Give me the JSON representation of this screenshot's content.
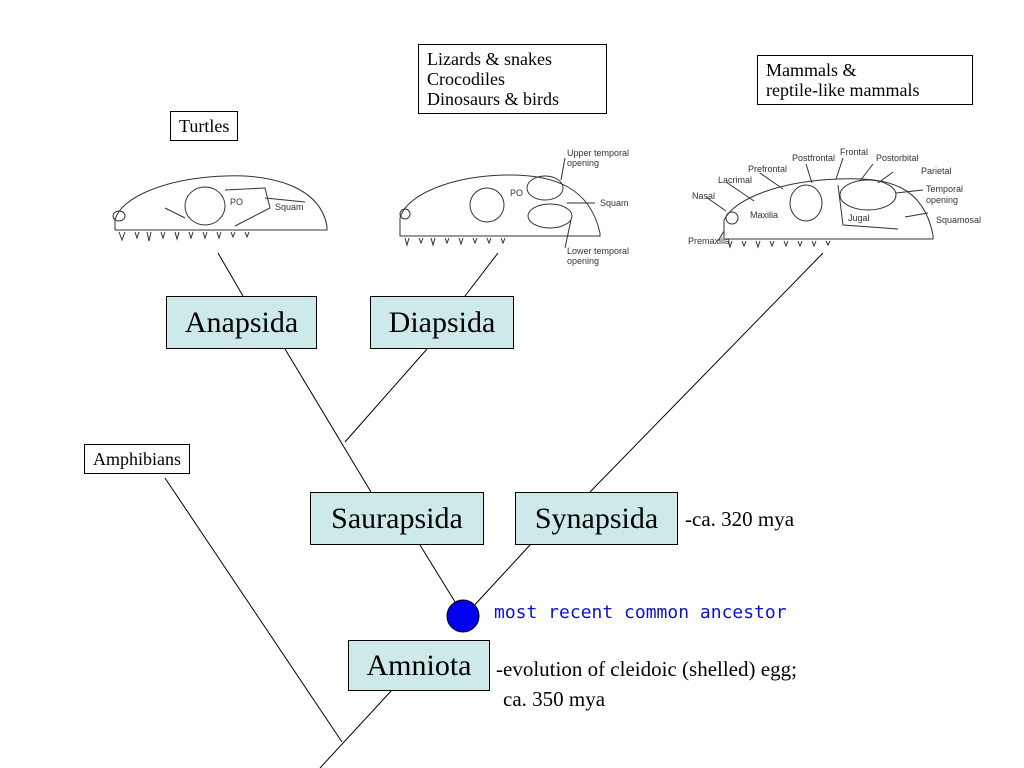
{
  "groups": {
    "turtles": "Turtles",
    "lizards_lines": [
      "Lizards & snakes",
      "Crocodiles",
      "Dinosaurs & birds"
    ],
    "mammals_lines": [
      "Mammals &",
      "reptile-like mammals"
    ],
    "amphibians": "Amphibians"
  },
  "clades": {
    "anapsida": "Anapsida",
    "diapsida": "Diapsida",
    "sauropsida": "Saurapsida",
    "synapsida": "Synapsida",
    "amniota": "Amniota"
  },
  "notes": {
    "synapsida_date": "-ca. 320 mya",
    "amniota_line1": "-evolution of cleidoic (shelled) egg;",
    "amniota_line2": "ca. 350 mya",
    "mrca": "most recent common ancestor"
  },
  "skulls": {
    "anapsid": {
      "labels": [
        "PO",
        "Squam"
      ]
    },
    "diapsid": {
      "labels": [
        "PO",
        "Squam",
        "Upper temporal",
        "opening",
        "Lower temporal",
        "opening"
      ]
    },
    "synapsid": {
      "labels": [
        "Postfrontal",
        "Frontal",
        "Postorbital",
        "Prefrontal",
        "Parietal",
        "Lacrimal",
        "Nasal",
        "Temporal",
        "opening",
        "Maxilia",
        "Jugal",
        "Squamosal",
        "Premaxilia"
      ]
    }
  },
  "colors": {
    "clade_fill": "#cde9ea",
    "mrca_node": "#0000ee",
    "mrca_text": "#0a10d8"
  }
}
